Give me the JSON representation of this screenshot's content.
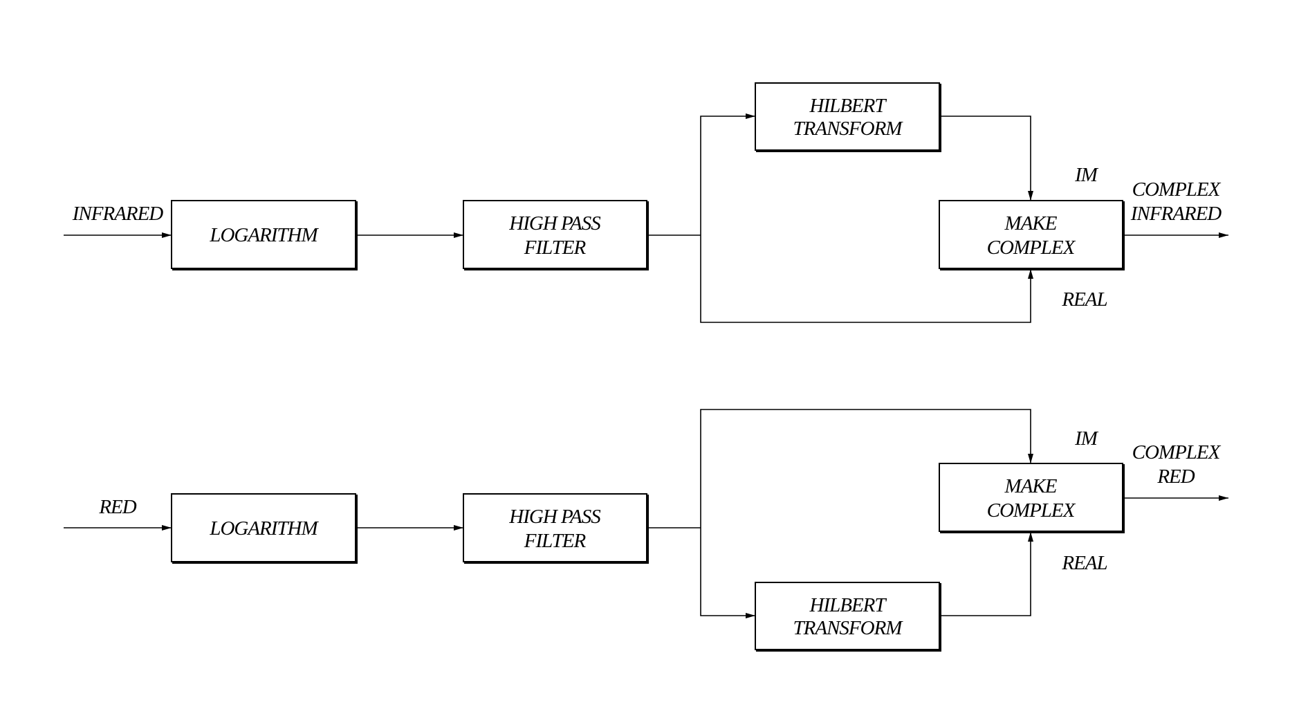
{
  "top_chain": {
    "input_label": "INFRARED",
    "logarithm": "LOGARITHM",
    "high_pass_line1": "HIGH PASS",
    "high_pass_line2": "FILTER",
    "hilbert_line1": "HILBERT",
    "hilbert_line2": "TRANSFORM",
    "make_complex_line1": "MAKE",
    "make_complex_line2": "COMPLEX",
    "im_label": "IM",
    "real_label": "REAL",
    "output_line1": "COMPLEX",
    "output_line2": "INFRARED"
  },
  "bottom_chain": {
    "input_label": "RED",
    "logarithm": "LOGARITHM",
    "high_pass_line1": "HIGH PASS",
    "high_pass_line2": "FILTER",
    "hilbert_line1": "HILBERT",
    "hilbert_line2": "TRANSFORM",
    "make_complex_line1": "MAKE",
    "make_complex_line2": "COMPLEX",
    "im_label": "IM",
    "real_label": "REAL",
    "output_line1": "COMPLEX",
    "output_line2": "RED"
  }
}
